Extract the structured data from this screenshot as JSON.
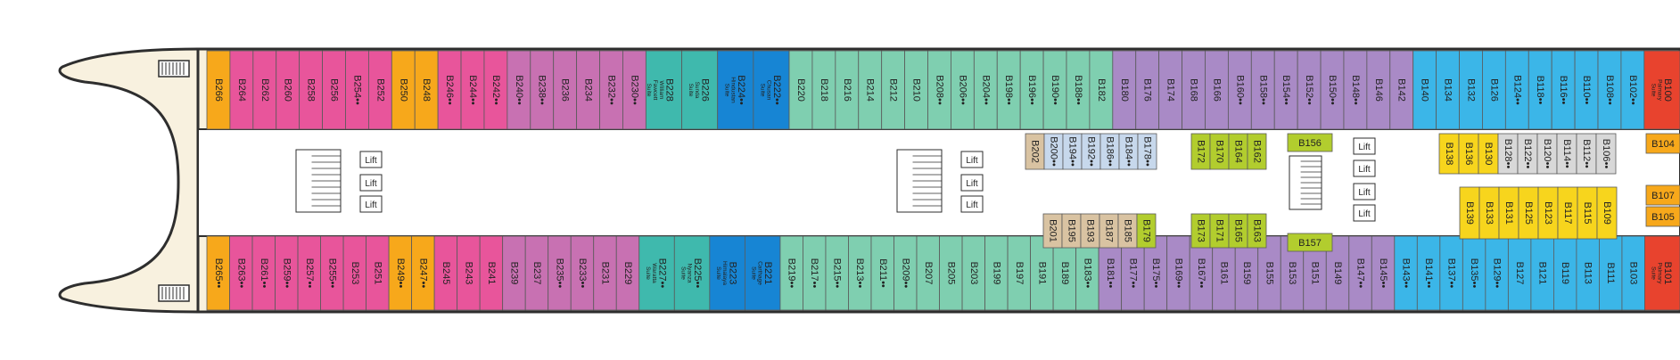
{
  "colors": {
    "orange": "#f7a81b",
    "pink": "#e8559b",
    "violet": "#c871b2",
    "teal": "#3fb9ad",
    "blue": "#1785d4",
    "mint": "#7fcfb0",
    "lavender": "#a98ac6",
    "cyan": "#3bb6e8",
    "red": "#e8432e",
    "tan": "#d9c3a2",
    "lightblue": "#c7d8ec",
    "lime": "#b2cd2e",
    "yellow": "#f7d51d",
    "silver": "#d8d8d8",
    "hull": "#f8f1df",
    "hullEdge": "#2e2e2e"
  },
  "top_row": [
    {
      "label": "B266",
      "color": "orange"
    },
    {
      "label": "B264",
      "color": "pink"
    },
    {
      "label": "B262",
      "color": "pink"
    },
    {
      "label": "B260",
      "color": "pink"
    },
    {
      "label": "B258",
      "color": "pink"
    },
    {
      "label": "B256",
      "color": "pink"
    },
    {
      "label": "B254••",
      "color": "pink"
    },
    {
      "label": "B252",
      "color": "pink"
    },
    {
      "label": "B250",
      "color": "orange"
    },
    {
      "label": "B248",
      "color": "orange"
    },
    {
      "label": "B246••",
      "color": "pink"
    },
    {
      "label": "B244••",
      "color": "pink"
    },
    {
      "label": "B242••",
      "color": "pink"
    },
    {
      "label": "B240••",
      "color": "violet"
    },
    {
      "label": "B238••",
      "color": "violet"
    },
    {
      "label": "B236",
      "color": "violet"
    },
    {
      "label": "B234",
      "color": "violet"
    },
    {
      "label": "B232••",
      "color": "violet"
    },
    {
      "label": "B230••",
      "color": "violet"
    },
    {
      "label": "B228",
      "sub": "William Fawcett Suite",
      "color": "teal",
      "wide": true
    },
    {
      "label": "B226",
      "sub": "Sunda Suite",
      "color": "teal",
      "wide": true
    },
    {
      "label": "B224••",
      "sub": "Hindustan Suite",
      "color": "blue",
      "wide": true
    },
    {
      "label": "B222••",
      "sub": "Chusan Suite",
      "color": "blue",
      "wide": true
    },
    {
      "label": "B220",
      "color": "mint"
    },
    {
      "label": "B218",
      "color": "mint"
    },
    {
      "label": "B216",
      "color": "mint"
    },
    {
      "label": "B214",
      "color": "mint"
    },
    {
      "label": "B212",
      "color": "mint"
    },
    {
      "label": "B210",
      "color": "mint"
    },
    {
      "label": "B208••",
      "color": "mint"
    },
    {
      "label": "B206••",
      "color": "mint"
    },
    {
      "label": "B204••",
      "color": "mint"
    },
    {
      "label": "B198••",
      "color": "mint"
    },
    {
      "label": "B196••",
      "color": "mint"
    },
    {
      "label": "B190••",
      "color": "mint"
    },
    {
      "label": "B188••",
      "color": "mint"
    },
    {
      "label": "B182",
      "color": "mint"
    },
    {
      "label": "B180",
      "color": "lavender"
    },
    {
      "label": "B176",
      "color": "lavender"
    },
    {
      "label": "B174",
      "color": "lavender"
    },
    {
      "label": "B168",
      "color": "lavender"
    },
    {
      "label": "B166",
      "color": "lavender"
    },
    {
      "label": "B160••",
      "color": "lavender"
    },
    {
      "label": "B158••",
      "color": "lavender"
    },
    {
      "label": "B154••",
      "color": "lavender"
    },
    {
      "label": "B152••",
      "color": "lavender"
    },
    {
      "label": "B150••",
      "color": "lavender"
    },
    {
      "label": "B148••",
      "color": "lavender"
    },
    {
      "label": "B146",
      "color": "lavender"
    },
    {
      "label": "B142",
      "color": "lavender"
    },
    {
      "label": "B140",
      "color": "cyan"
    },
    {
      "label": "B134",
      "color": "cyan"
    },
    {
      "label": "B132",
      "color": "cyan"
    },
    {
      "label": "B126",
      "color": "cyan"
    },
    {
      "label": "B124••",
      "color": "cyan"
    },
    {
      "label": "B118••",
      "color": "cyan"
    },
    {
      "label": "B116••",
      "color": "cyan"
    },
    {
      "label": "B110••",
      "color": "cyan"
    },
    {
      "label": "B108••",
      "color": "cyan"
    },
    {
      "label": "B102••",
      "color": "cyan"
    },
    {
      "label": "B100",
      "sub": "Palmary Suite",
      "color": "red",
      "wide": true
    }
  ],
  "bottom_row": [
    {
      "label": "B265••",
      "color": "orange"
    },
    {
      "label": "B263••",
      "color": "pink"
    },
    {
      "label": "B261••",
      "color": "pink"
    },
    {
      "label": "B259••",
      "color": "pink"
    },
    {
      "label": "B257••",
      "color": "pink"
    },
    {
      "label": "B255••",
      "color": "pink"
    },
    {
      "label": "B253",
      "color": "pink"
    },
    {
      "label": "B251",
      "color": "pink"
    },
    {
      "label": "B249••",
      "color": "orange"
    },
    {
      "label": "B247••",
      "color": "orange"
    },
    {
      "label": "B245",
      "color": "pink"
    },
    {
      "label": "B243",
      "color": "pink"
    },
    {
      "label": "B241",
      "color": "pink"
    },
    {
      "label": "B239",
      "color": "violet"
    },
    {
      "label": "B237",
      "color": "violet"
    },
    {
      "label": "B235••",
      "color": "violet"
    },
    {
      "label": "B233••",
      "color": "violet"
    },
    {
      "label": "B231",
      "color": "violet"
    },
    {
      "label": "B229",
      "color": "violet"
    },
    {
      "label": "B227••",
      "sub": "Waratta Suite",
      "color": "teal",
      "wide": true
    },
    {
      "label": "B225••",
      "sub": "Nyanza Suite",
      "color": "teal",
      "wide": true
    },
    {
      "label": "B223",
      "sub": "Himalaya Suite",
      "color": "blue",
      "wide": true
    },
    {
      "label": "B221",
      "sub": "Carthage Suite",
      "color": "blue",
      "wide": true
    },
    {
      "label": "B219••",
      "color": "mint"
    },
    {
      "label": "B217••",
      "color": "mint"
    },
    {
      "label": "B215••",
      "color": "mint"
    },
    {
      "label": "B213••",
      "color": "mint"
    },
    {
      "label": "B211••",
      "color": "mint"
    },
    {
      "label": "B209••",
      "color": "mint"
    },
    {
      "label": "B207",
      "color": "mint"
    },
    {
      "label": "B205",
      "color": "mint"
    },
    {
      "label": "B203",
      "color": "mint"
    },
    {
      "label": "B199",
      "color": "mint"
    },
    {
      "label": "B197",
      "color": "mint"
    },
    {
      "label": "B191",
      "color": "mint"
    },
    {
      "label": "B189",
      "color": "mint"
    },
    {
      "label": "B183••",
      "color": "mint"
    },
    {
      "label": "B181••",
      "color": "lavender"
    },
    {
      "label": "B177••",
      "color": "lavender"
    },
    {
      "label": "B175••",
      "color": "lavender"
    },
    {
      "label": "B169••",
      "color": "lavender"
    },
    {
      "label": "B167••",
      "color": "lavender"
    },
    {
      "label": "B161",
      "color": "lavender"
    },
    {
      "label": "B159",
      "color": "lavender"
    },
    {
      "label": "B155",
      "color": "lavender"
    },
    {
      "label": "B153",
      "color": "lavender"
    },
    {
      "label": "B151",
      "color": "lavender"
    },
    {
      "label": "B149",
      "color": "lavender"
    },
    {
      "label": "B147••",
      "color": "lavender"
    },
    {
      "label": "B145••",
      "color": "lavender"
    },
    {
      "label": "B143••",
      "color": "cyan"
    },
    {
      "label": "B141••",
      "color": "cyan"
    },
    {
      "label": "B137••",
      "color": "cyan"
    },
    {
      "label": "B135••",
      "color": "cyan"
    },
    {
      "label": "B129••",
      "color": "cyan"
    },
    {
      "label": "B127",
      "color": "cyan"
    },
    {
      "label": "B121",
      "color": "cyan"
    },
    {
      "label": "B119",
      "color": "cyan"
    },
    {
      "label": "B113",
      "color": "cyan"
    },
    {
      "label": "B111",
      "color": "cyan"
    },
    {
      "label": "B103",
      "color": "cyan"
    },
    {
      "label": "B101",
      "sub": "Palmary Suite",
      "color": "red",
      "wide": true
    }
  ],
  "inner_upper": [
    {
      "label": "B202",
      "color": "tan"
    },
    {
      "label": "B200••",
      "color": "lightblue"
    },
    {
      "label": "B194••",
      "color": "lightblue"
    },
    {
      "label": "B192••",
      "color": "lightblue"
    },
    {
      "label": "B186••",
      "color": "lightblue"
    },
    {
      "label": "B184••",
      "color": "lightblue"
    },
    {
      "label": "B178••",
      "color": "lightblue"
    }
  ],
  "inner_lower": [
    {
      "label": "B201",
      "color": "tan"
    },
    {
      "label": "B195",
      "color": "tan"
    },
    {
      "label": "B193",
      "color": "tan"
    },
    {
      "label": "B187",
      "color": "tan"
    },
    {
      "label": "B185",
      "color": "tan"
    },
    {
      "label": "B179",
      "color": "lime"
    }
  ],
  "lime_upper": [
    {
      "label": "B172",
      "color": "lime"
    },
    {
      "label": "B170",
      "color": "lime"
    },
    {
      "label": "B164",
      "color": "lime"
    },
    {
      "label": "B162",
      "color": "lime"
    }
  ],
  "lime_lower": [
    {
      "label": "B173",
      "color": "lime"
    },
    {
      "label": "B171",
      "color": "lime"
    },
    {
      "label": "B165",
      "color": "lime"
    },
    {
      "label": "B163",
      "color": "lime"
    }
  ],
  "stair_block": {
    "top": "B156",
    "bottom": "B157",
    "color": "lime"
  },
  "fwd_upper": [
    {
      "label": "B138",
      "color": "yellow"
    },
    {
      "label": "B136",
      "color": "yellow"
    },
    {
      "label": "B130",
      "color": "yellow"
    },
    {
      "label": "B128••",
      "color": "silver"
    },
    {
      "label": "B122••",
      "color": "silver"
    },
    {
      "label": "B120••",
      "color": "silver"
    },
    {
      "label": "B114••",
      "color": "silver"
    },
    {
      "label": "B112••",
      "color": "silver"
    },
    {
      "label": "B106••",
      "color": "silver"
    }
  ],
  "fwd_lower": [
    {
      "label": "B139",
      "color": "yellow"
    },
    {
      "label": "B133",
      "color": "yellow"
    },
    {
      "label": "B131",
      "color": "yellow"
    },
    {
      "label": "B125",
      "color": "yellow"
    },
    {
      "label": "B123",
      "color": "yellow"
    },
    {
      "label": "B117",
      "color": "yellow"
    },
    {
      "label": "B115",
      "color": "yellow"
    },
    {
      "label": "B109",
      "color": "yellow"
    }
  ],
  "side_cabins": [
    {
      "label": "B104",
      "color": "orange"
    },
    {
      "label": "B107",
      "color": "orange"
    },
    {
      "label": "B105",
      "color": "orange"
    }
  ],
  "lift_label": "Lift"
}
